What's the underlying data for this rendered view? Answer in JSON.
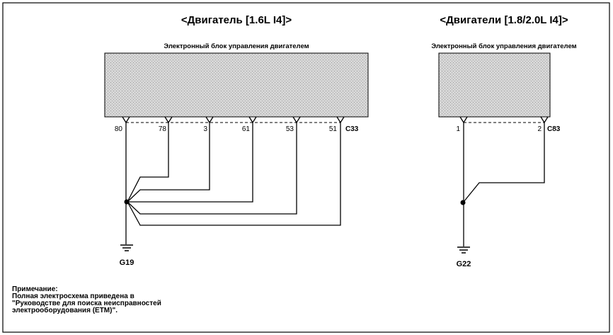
{
  "left": {
    "title": "<Двигатель [1.6L I4]>",
    "module_label": "Электронный блок управления двигателем",
    "connector": "C33",
    "pins": [
      "80",
      "78",
      "3",
      "61",
      "53",
      "51"
    ],
    "ground": "G19"
  },
  "right": {
    "title": "<Двигатели [1.8/2.0L I4]>",
    "module_label": "Электронный блок управления двигателем",
    "connector": "C83",
    "pins": [
      "1",
      "2"
    ],
    "ground": "G22"
  },
  "note": {
    "heading": "Примечание:",
    "lines": [
      "Полная электросхема приведена в",
      "\"Руководстве для поиска неисправностей",
      "электрооборудования (ETM)\"."
    ]
  }
}
